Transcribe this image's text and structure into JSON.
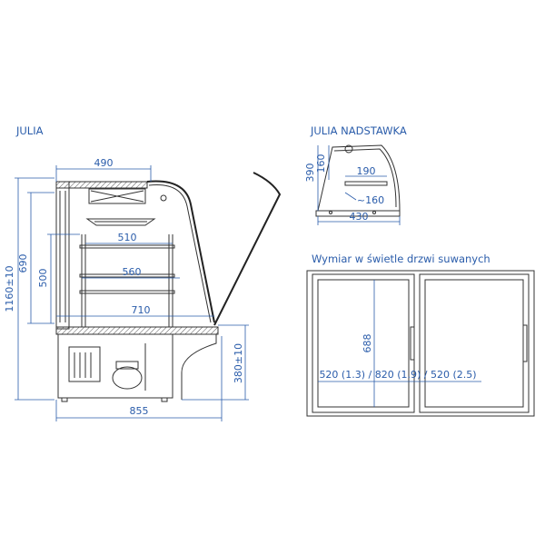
{
  "titles": {
    "julia": "JULIA",
    "nadstawka": "JULIA NADSTAWKA",
    "door": "Wymiar w świetle drzwi suwanych"
  },
  "side_view": {
    "height_total": "1160±10",
    "height_upper": "690",
    "height_shelf": "500",
    "height_base": "380±10",
    "width_top": "490",
    "shelf_1": "510",
    "shelf_2": "560",
    "shelf_3": "710",
    "width_total": "855"
  },
  "nadstawka": {
    "height_total": "390",
    "height_inner": "160",
    "shelf_width": "190",
    "depth": "~160",
    "width": "430"
  },
  "door_view": {
    "height": "688",
    "widths": "520 (1.3) / 820 (1.9) / 520 (2.5)"
  },
  "colors": {
    "dimension": "#2a5caa",
    "drawing": "#333333"
  }
}
